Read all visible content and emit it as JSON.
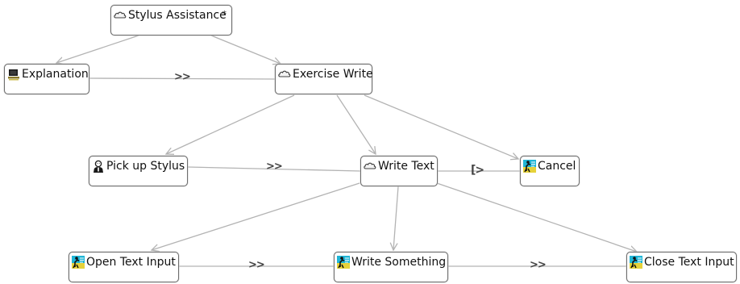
{
  "tasks": {
    "root": {
      "label": "Stylus Assistance",
      "marker": "*",
      "icon": "abstract-task-icon"
    },
    "explanation": {
      "label": "Explanation",
      "icon": "application-task-icon"
    },
    "exercise_write": {
      "label": "Exercise Write",
      "icon": "abstract-task-icon"
    },
    "pick_up_stylus": {
      "label": "Pick up Stylus",
      "icon": "user-task-icon"
    },
    "write_text": {
      "label": "Write Text",
      "icon": "abstract-task-icon"
    },
    "cancel": {
      "label": "Cancel",
      "icon": "interaction-task-icon"
    },
    "open_text_input": {
      "label": "Open Text Input",
      "icon": "interaction-task-icon"
    },
    "write_something": {
      "label": "Write Something",
      "icon": "interaction-task-icon"
    },
    "close_text_input": {
      "label": "Close Text Input",
      "icon": "interaction-task-icon"
    }
  },
  "operators": {
    "explanation_to_exercise": ">>",
    "pickup_to_write": ">>",
    "write_to_cancel": "[>",
    "open_to_write_something": ">>",
    "write_something_to_close": ">>"
  },
  "colors": {
    "edge": "#b3b3b3",
    "node_border": "#6e6e6e",
    "operator": "#444444"
  }
}
